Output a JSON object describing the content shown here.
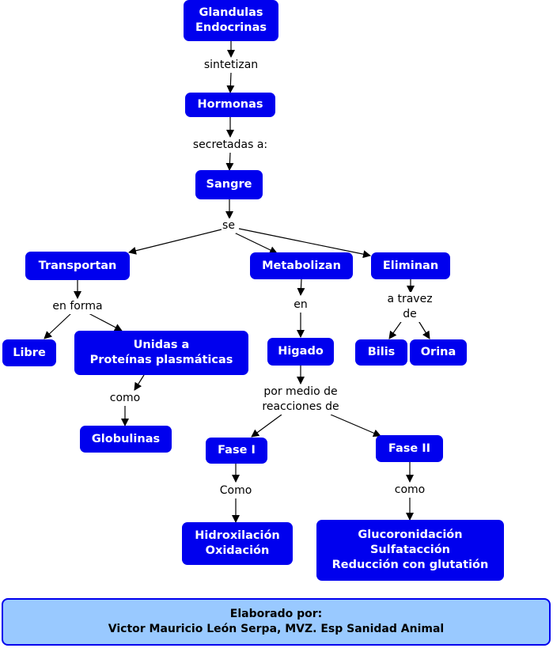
{
  "colors": {
    "node_fill": "#0000ee",
    "node_text": "#ffffff",
    "footer_fill": "#99c9ff",
    "footer_border": "#0000ee",
    "link_color": "#000000"
  },
  "nodes": {
    "glandulas": "Glandulas\nEndocrinas",
    "hormonas": "Hormonas",
    "sangre": "Sangre",
    "transportan": "Transportan",
    "metabolizan": "Metabolizan",
    "eliminan": "Eliminan",
    "libre": "Libre",
    "unidas": "Unidas a\nProteínas plasmáticas",
    "globulinas": "Globulinas",
    "higado": "Higado",
    "bilis": "Bilis",
    "orina": "Orina",
    "fase1": "Fase I",
    "fase2": "Fase II",
    "hidroxilacion": "Hidroxilación\nOxidación",
    "glucoronidacion": "Glucoronidación\nSulfatacción\nReducción con glutatión"
  },
  "links": {
    "sintetizan": "sintetizan",
    "secretadas": "secretadas a:",
    "se": "se",
    "en_forma": "en forma",
    "como_unidas": "como",
    "en": "en",
    "a_travez": "a travez\nde",
    "por_medio": "por medio de\nreacciones de",
    "como_fase1": "Como",
    "como_fase2": "como"
  },
  "footer": {
    "text": "Elaborado por:\nVictor Mauricio León Serpa, MVZ.  Esp Sanidad Animal"
  }
}
